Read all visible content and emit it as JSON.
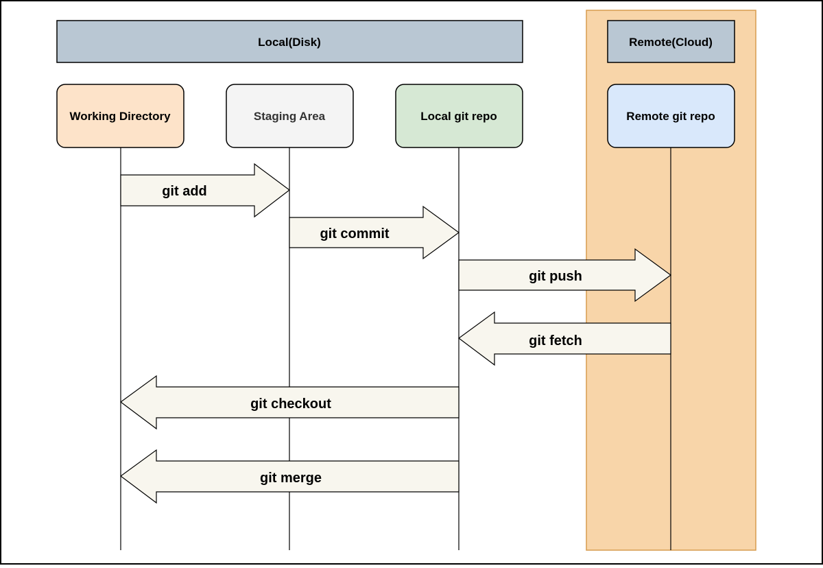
{
  "headers": {
    "local": "Local(Disk)",
    "remote": "Remote(Cloud)"
  },
  "lanes": [
    {
      "id": "working",
      "label": "Working Directory"
    },
    {
      "id": "staging",
      "label": "Staging Area"
    },
    {
      "id": "localrepo",
      "label": "Local git repo"
    },
    {
      "id": "remoterepo",
      "label": "Remote git repo"
    }
  ],
  "commands": [
    {
      "id": "add",
      "label": "git add",
      "from": "working",
      "to": "staging"
    },
    {
      "id": "commit",
      "label": "git commit",
      "from": "staging",
      "to": "localrepo"
    },
    {
      "id": "push",
      "label": "git push",
      "from": "localrepo",
      "to": "remoterepo"
    },
    {
      "id": "fetch",
      "label": "git fetch",
      "from": "remoterepo",
      "to": "localrepo"
    },
    {
      "id": "checkout",
      "label": "git checkout",
      "from": "localrepo",
      "to": "working"
    },
    {
      "id": "merge",
      "label": "git merge",
      "from": "localrepo",
      "to": "working"
    }
  ],
  "colors": {
    "header_fill": "#b9c7d3",
    "remote_zone_fill": "#f8d5a9",
    "remote_zone_border": "#d79b4e",
    "working_fill": "#fde3c9",
    "staging_fill": "#f4f4f4",
    "localrepo_fill": "#d6e8d4",
    "remoterepo_fill": "#d9e8fb",
    "arrow_fill": "#f8f6ee",
    "stroke": "#000000",
    "staging_text": "#333333"
  }
}
